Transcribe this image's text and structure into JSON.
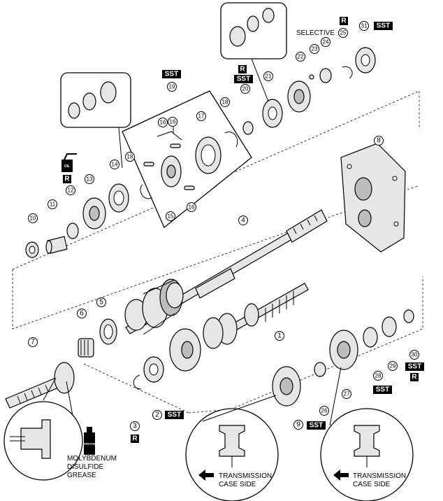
{
  "callouts": [
    "1",
    "2",
    "3",
    "4",
    "5",
    "6",
    "7",
    "8",
    "9",
    "10",
    "11",
    "12",
    "13",
    "14",
    "15",
    "16",
    "16",
    "16",
    "17",
    "18",
    "18",
    "19",
    "20",
    "21",
    "22",
    "23",
    "24",
    "25",
    "26",
    "27",
    "28",
    "29",
    "30",
    "31"
  ],
  "tags": {
    "sst": "SST",
    "r": "R",
    "oil": "OIL"
  },
  "labels": {
    "selective": "SELECTIVE",
    "grease_line1": "MOLYBDENUM",
    "grease_line2": "DISULFIDE",
    "grease_line3": "GREASE",
    "grease_can": "GREASE",
    "case_side_left_1": "TRANSMISSION",
    "case_side_left_2": "CASE SIDE",
    "case_side_right_1": "TRANSMISSION",
    "case_side_right_2": "CASE SIDE"
  },
  "icons": [
    "oil-can-icon",
    "grease-spray-icon",
    "arrow-left-icon"
  ]
}
